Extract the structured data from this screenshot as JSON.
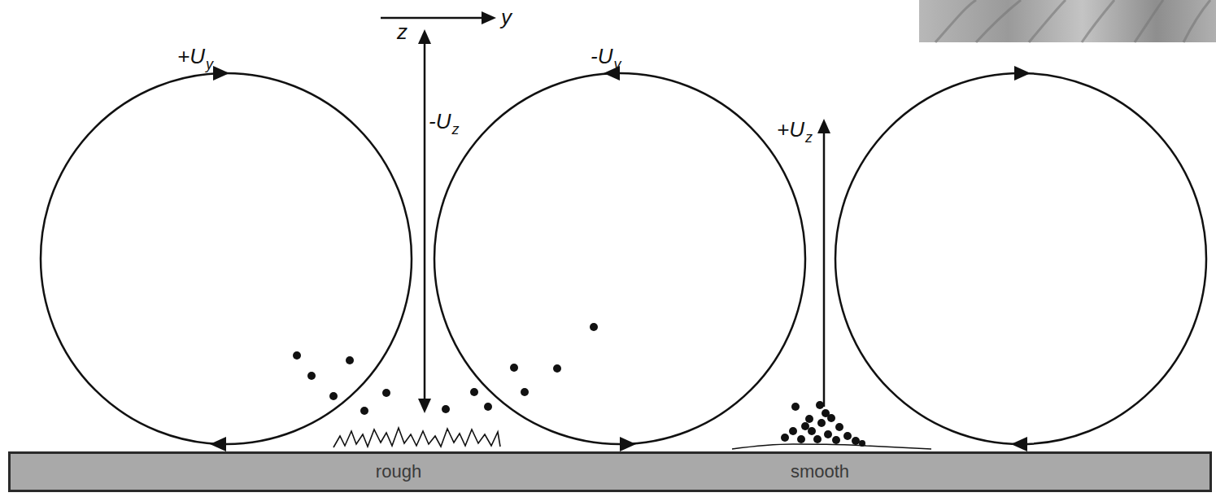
{
  "diagram": {
    "nodes": [
      {
        "text": [
          "rough",
          "smooth"
        ]
      }
    ],
    "labels": [
      "+U",
      "y",
      "z",
      "y",
      "-U",
      "y",
      "-U",
      "z",
      "+U",
      "z"
    ]
  }
}
